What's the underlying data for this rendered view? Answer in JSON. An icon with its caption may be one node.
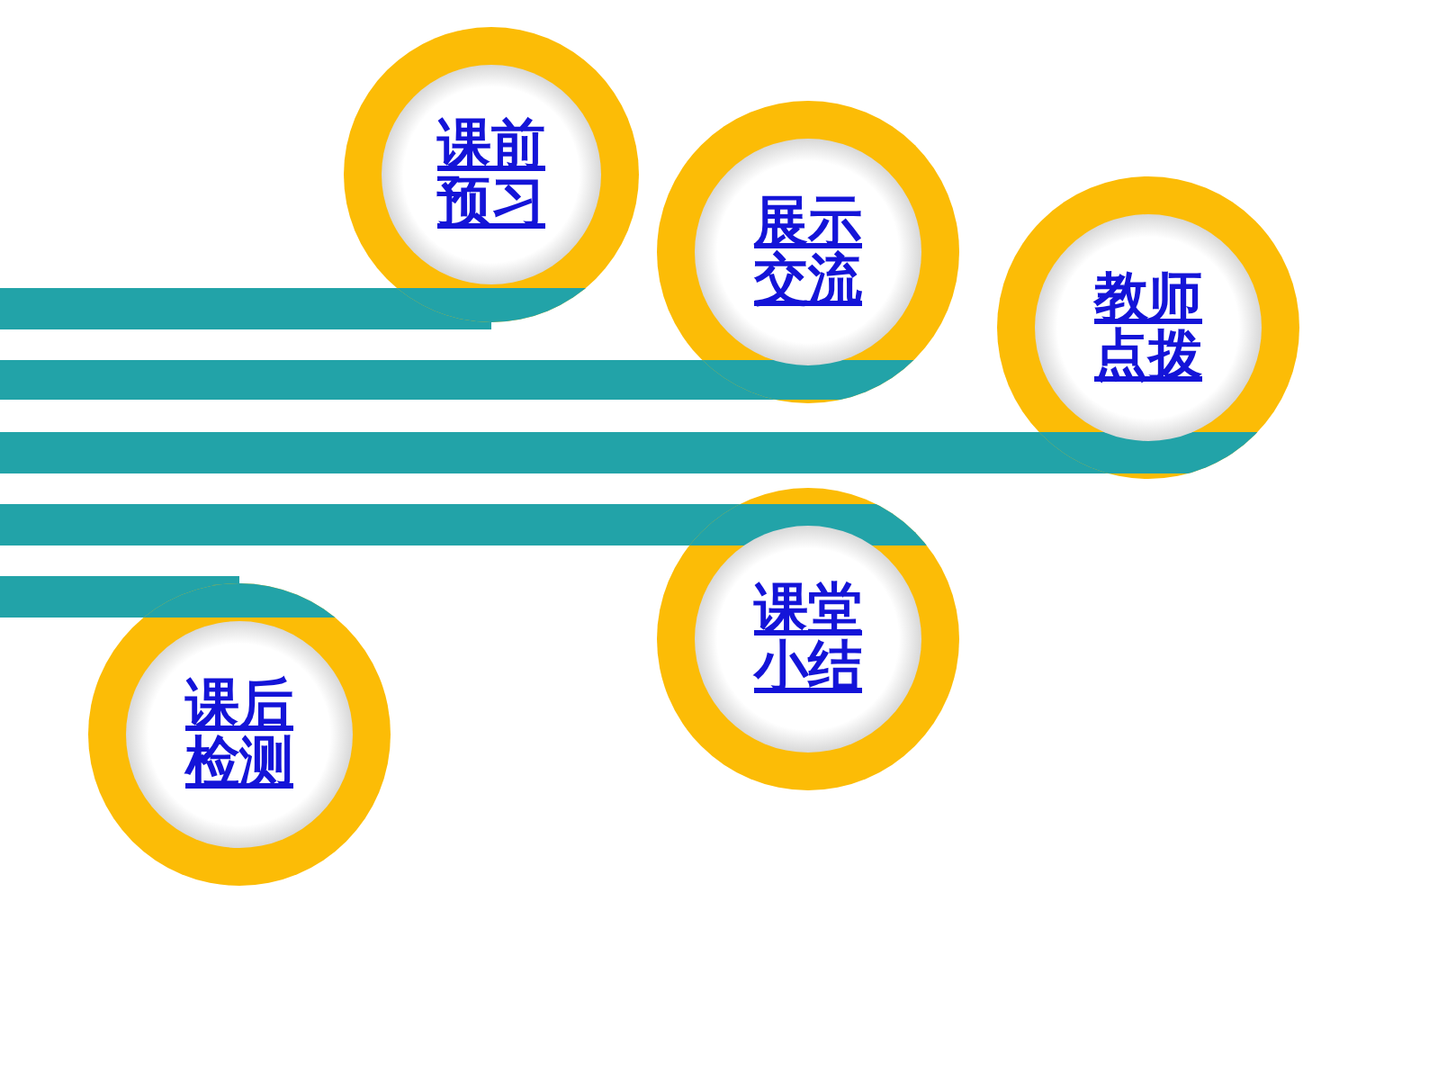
{
  "diagram": {
    "nodes": [
      {
        "text": [
          "课前预习"
        ]
      },
      {
        "text": [
          "展示交流"
        ]
      },
      {
        "text": [
          "教师点拨"
        ]
      },
      {
        "text": [
          "课堂小结"
        ]
      },
      {
        "text": [
          "课后检测"
        ]
      }
    ]
  }
}
